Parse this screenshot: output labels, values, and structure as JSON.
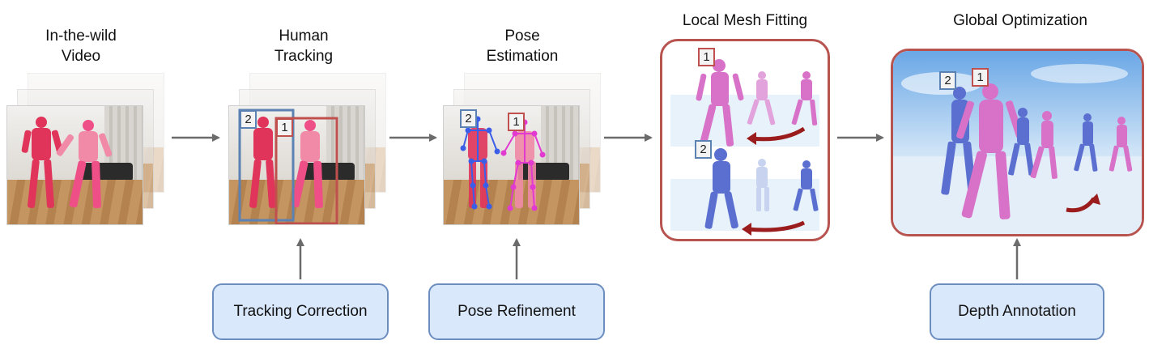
{
  "stages": [
    {
      "title": "In-the-wild\nVideo"
    },
    {
      "title": "Human\nTracking"
    },
    {
      "title": "Pose\nEstimation"
    },
    {
      "title": "Local Mesh Fitting"
    },
    {
      "title": "Global Optimization"
    }
  ],
  "inputs": [
    {
      "label": "Tracking Correction"
    },
    {
      "label": "Pose Refinement"
    },
    {
      "label": "Depth Annotation"
    }
  ],
  "ids": {
    "one": "1",
    "two": "2"
  },
  "colors": {
    "arrow": "#6b6b6b",
    "input_border": "#6c8ebf",
    "input_fill": "#dae8fc",
    "panel_border": "#b85450",
    "id_blue": "#5b82b2",
    "id_red": "#c0504d",
    "mesh_pink": "#d871c8",
    "mesh_blue": "#5a6fcf"
  }
}
